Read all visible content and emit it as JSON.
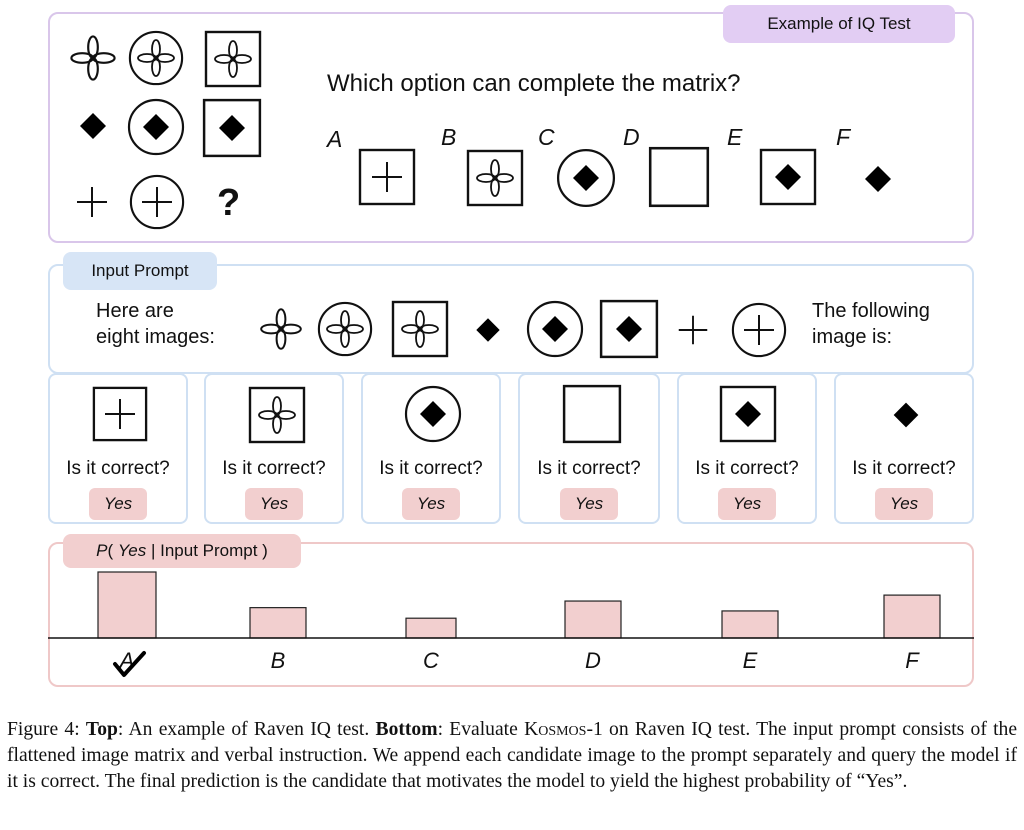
{
  "top_panel": {
    "tag": "Example of IQ Test",
    "question": "Which option can complete the matrix?",
    "missing_mark": "?",
    "options": [
      "A",
      "B",
      "C",
      "D",
      "E",
      "F"
    ]
  },
  "prompt_panel": {
    "tag": "Input Prompt",
    "lead_line1": "Here are",
    "lead_line2": "eight images:",
    "tail_line1": "The following",
    "tail_line2": "image is:"
  },
  "candidates": [
    {
      "question": "Is it correct?",
      "answer": "Yes"
    },
    {
      "question": "Is it correct?",
      "answer": "Yes"
    },
    {
      "question": "Is it correct?",
      "answer": "Yes"
    },
    {
      "question": "Is it correct?",
      "answer": "Yes"
    },
    {
      "question": "Is it correct?",
      "answer": "Yes"
    },
    {
      "question": "Is it correct?",
      "answer": "Yes"
    }
  ],
  "prob_panel": {
    "tag_p": "P",
    "tag_open": "( ",
    "tag_yes": "Yes",
    "tag_rest": " | Input Prompt )"
  },
  "chart_data": {
    "type": "bar",
    "categories": [
      "A",
      "B",
      "C",
      "D",
      "E",
      "F"
    ],
    "values": [
      1.0,
      0.46,
      0.3,
      0.56,
      0.41,
      0.65
    ],
    "correct": "A"
  },
  "caption": {
    "figure": "Figure 4:",
    "top_label": "Top",
    "top_text": ": An example of Raven IQ test.",
    "bottom_label": "Bottom",
    "bottom_text_a": ": Evaluate ",
    "model": "Kosmos",
    "bottom_text_b": "-1 on Raven IQ test. The input prompt consists of the flattened image matrix and verbal instruction. We append each candidate image to the prompt separately and query the model if it is correct. The final prediction is the candidate that motivates the model to yield the highest probability of “Yes”."
  },
  "colors": {
    "purple_border": "#d9c6ea",
    "purple_tag": "#e2cdf3",
    "blue_border": "#cfe0f3",
    "blue_tag": "#d7e5f6",
    "pink_border": "#efc8c8",
    "pink_fill": "#f2cfcf"
  }
}
